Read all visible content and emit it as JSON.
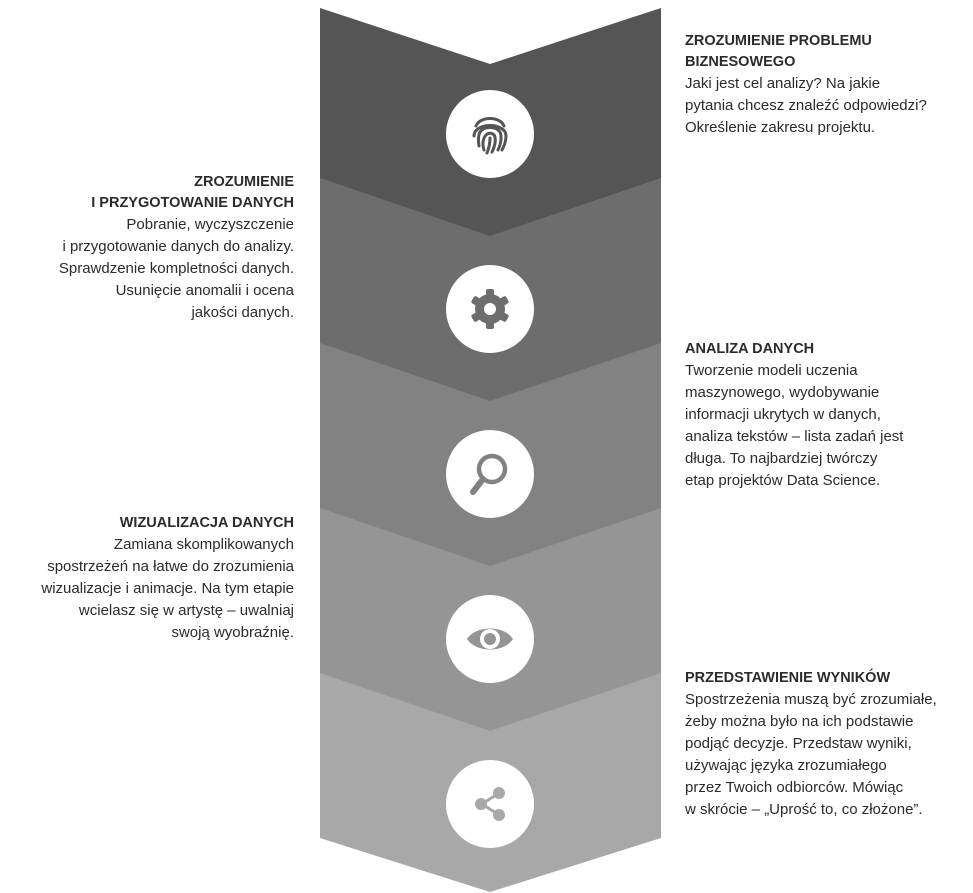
{
  "colors": {
    "step1": "#555555",
    "step2": "#6d6d6d",
    "step3": "#828282",
    "step4": "#959595",
    "step5": "#a8a8a8",
    "icon_bg": "#ffffff"
  },
  "steps": [
    {
      "icon": "fingerprint-icon",
      "title": "ZROZUMIENIE PROBLEMU\nBIZNESOWEGO",
      "desc": "Jaki jest cel analizy? Na jakie\npytania chcesz znaleźć odpowiedzi?\nOkreślenie zakresu projektu."
    },
    {
      "icon": "gear-icon",
      "title": "ZROZUMIENIE\nI PRZYGOTOWANIE DANYCH",
      "desc": "Pobranie, wyczyszczenie\ni przygotowanie danych do analizy.\nSprawdzenie kompletności danych.\nUsunięcie anomalii i ocena\njakości danych."
    },
    {
      "icon": "magnifier-icon",
      "title": "ANALIZA DANYCH",
      "desc": "Tworzenie modeli uczenia\nmaszynowego, wydobywanie\ninformacji ukrytych w danych,\nanaliza tekstów – lista zadań jest\ndługa. To najbardziej twórczy\netap projektów Data Science."
    },
    {
      "icon": "eye-icon",
      "title": "WIZUALIZACJA DANYCH",
      "desc": "Zamiana skomplikowanych\nspostrzeżeń na łatwe do zrozumienia\nwizualizacje i animacje. Na tym etapie\nwcielasz się w artystę – uwalniaj\nswoją wyobraźnię."
    },
    {
      "icon": "share-icon",
      "title": "PRZEDSTAWIENIE WYNIKÓW",
      "desc": "Spostrzeżenia muszą być zrozumiałe,\nżeby można było na ich podstawie\npodjąć decyzje. Przedstaw wyniki,\nużywając języka zrozumiałego\nprzez Twoich odbiorców. Mówiąc\nw skrócie – „Uprość to, co złożone”."
    }
  ]
}
